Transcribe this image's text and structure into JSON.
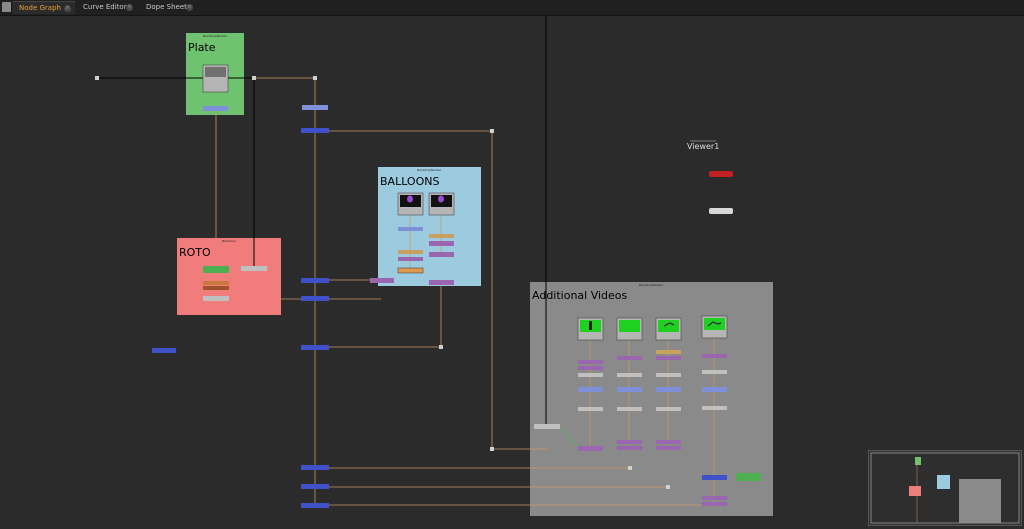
{
  "tabs": [
    {
      "label": "Node Graph",
      "active": true
    },
    {
      "label": "Curve Editor",
      "active": false
    },
    {
      "label": "Dope Sheet",
      "active": false
    }
  ],
  "backdrops": {
    "plate": {
      "label": "Plate",
      "header": "BackdropNode1",
      "color": "#6fc26f"
    },
    "roto": {
      "label": "ROTO",
      "header": "Backdrop",
      "color": "#f07c7c"
    },
    "balloons": {
      "label": "BALLOONS",
      "header": "BackdropNode2",
      "color": "#9ccbe0"
    },
    "videos": {
      "label": "Additional Videos",
      "header": "BackdropNode3",
      "color": "#8a8a8a"
    }
  },
  "viewer": {
    "label": "Viewer1"
  },
  "colors": {
    "background": "#2b2b2b",
    "pipe": "#c89a64",
    "node_merge": "#4050c8",
    "node_grade": "#9a66b0",
    "node_transform": "#7e90d8",
    "node_write": "#c0c0c0",
    "node_green": "#4cb050",
    "node_orange": "#d8903c",
    "viewer_red": "#c02020"
  }
}
